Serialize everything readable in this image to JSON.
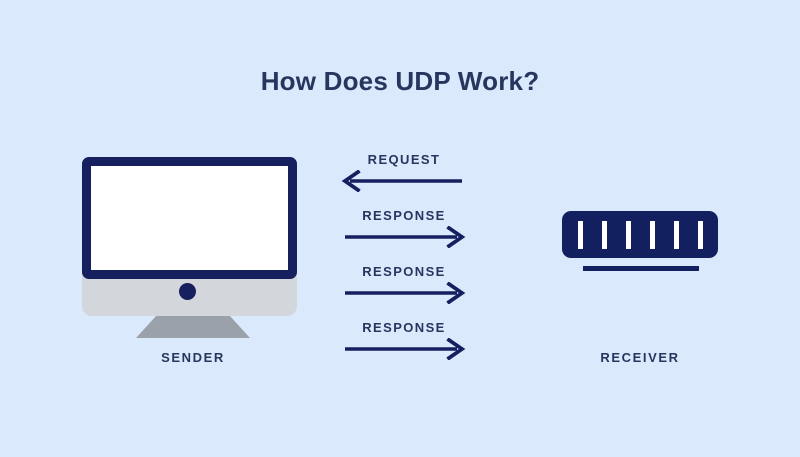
{
  "page": {
    "title": "How Does UDP Work?",
    "background_color": "#dbe9fc",
    "accent_navy": "#16205f",
    "text_navy": "#27365e",
    "screen_white": "#ffffff",
    "chin_gray": "#d3d6db",
    "stand_gray": "#9ba1ab"
  },
  "nodes": {
    "sender": {
      "caption": "SENDER",
      "icon": "desktop-monitor-icon"
    },
    "receiver": {
      "caption": "RECEIVER",
      "icon": "server-rack-icon",
      "slot_count": 6
    }
  },
  "messages": [
    {
      "label": "REQUEST",
      "direction": "left",
      "from": "receiver",
      "to": "sender"
    },
    {
      "label": "RESPONSE",
      "direction": "right",
      "from": "sender",
      "to": "receiver"
    },
    {
      "label": "RESPONSE",
      "direction": "right",
      "from": "sender",
      "to": "receiver"
    },
    {
      "label": "RESPONSE",
      "direction": "right",
      "from": "sender",
      "to": "receiver"
    }
  ]
}
